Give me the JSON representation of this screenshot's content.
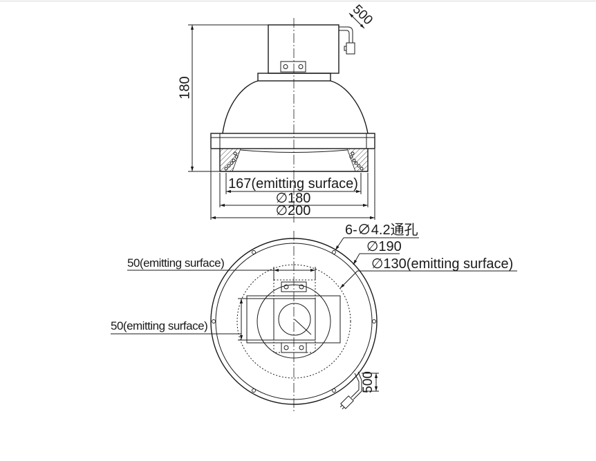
{
  "figure": {
    "line_color": "#1a1a1a",
    "background": "#ffffff"
  },
  "side_view": {
    "cable_length": "500",
    "height": "180",
    "emitting_width": "167(emitting surface)",
    "inner_diameter": "∅180",
    "outer_diameter": "∅200"
  },
  "bottom_view": {
    "mounting_holes": "6-∅4.2通孔",
    "ring_diameter": "∅190",
    "emitting_diameter": "∅130(emitting surface)",
    "emitting_width": "50(emitting surface)",
    "emitting_height": "50(emitting surface)",
    "cable_length": "500"
  }
}
